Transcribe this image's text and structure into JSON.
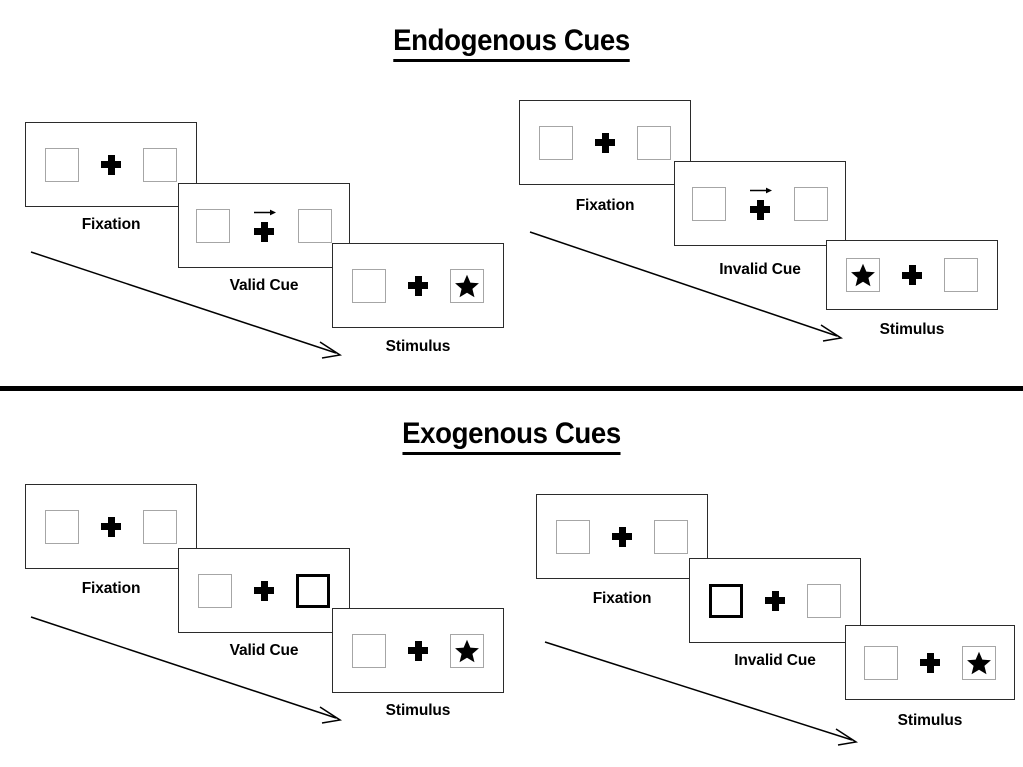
{
  "page": {
    "background": "#ffffff",
    "accent": "#000000",
    "box_border_color": "#a6a6a6",
    "cued_box_border_color": "#000000",
    "frame_border_color": "#2b2b2b"
  },
  "sections": [
    {
      "id": "endogenous",
      "title": "Endogenous Cues",
      "groups": [
        {
          "id": "endogenous-valid",
          "condition": "valid",
          "steps": [
            {
              "label": "Fixation",
              "cue": "none",
              "left": "empty",
              "right": "empty"
            },
            {
              "label": "Valid Cue",
              "cue": "arrow-right",
              "left": "empty",
              "right": "empty"
            },
            {
              "label": "Stimulus",
              "cue": "none",
              "left": "empty",
              "right": "star"
            }
          ]
        },
        {
          "id": "endogenous-invalid",
          "condition": "invalid",
          "steps": [
            {
              "label": "Fixation",
              "cue": "none",
              "left": "empty",
              "right": "empty"
            },
            {
              "label": "Invalid Cue",
              "cue": "arrow-right",
              "left": "empty",
              "right": "empty"
            },
            {
              "label": "Stimulus",
              "cue": "none",
              "left": "star",
              "right": "empty"
            }
          ]
        }
      ]
    },
    {
      "id": "exogenous",
      "title": "Exogenous Cues",
      "groups": [
        {
          "id": "exogenous-valid",
          "condition": "valid",
          "steps": [
            {
              "label": "Fixation",
              "cue": "none",
              "left": "empty",
              "right": "empty"
            },
            {
              "label": "Valid Cue",
              "cue": "none",
              "left": "empty",
              "right": "cued"
            },
            {
              "label": "Stimulus",
              "cue": "none",
              "left": "empty",
              "right": "star"
            }
          ]
        },
        {
          "id": "exogenous-invalid",
          "condition": "invalid",
          "steps": [
            {
              "label": "Fixation",
              "cue": "none",
              "left": "empty",
              "right": "empty"
            },
            {
              "label": "Invalid Cue",
              "cue": "none",
              "left": "cued",
              "right": "empty"
            },
            {
              "label": "Stimulus",
              "cue": "none",
              "left": "empty",
              "right": "star"
            }
          ]
        }
      ]
    }
  ],
  "icons": {
    "fixation_cross": "plus-icon",
    "cue_arrow": "arrow-right-icon",
    "target": "star-icon",
    "sequence_flow": "diagonal-arrow-icon",
    "section_divider": "horizontal-rule-icon"
  },
  "labels": {
    "fixation": "Fixation",
    "valid_cue": "Valid Cue",
    "invalid_cue": "Invalid Cue",
    "stimulus": "Stimulus"
  }
}
